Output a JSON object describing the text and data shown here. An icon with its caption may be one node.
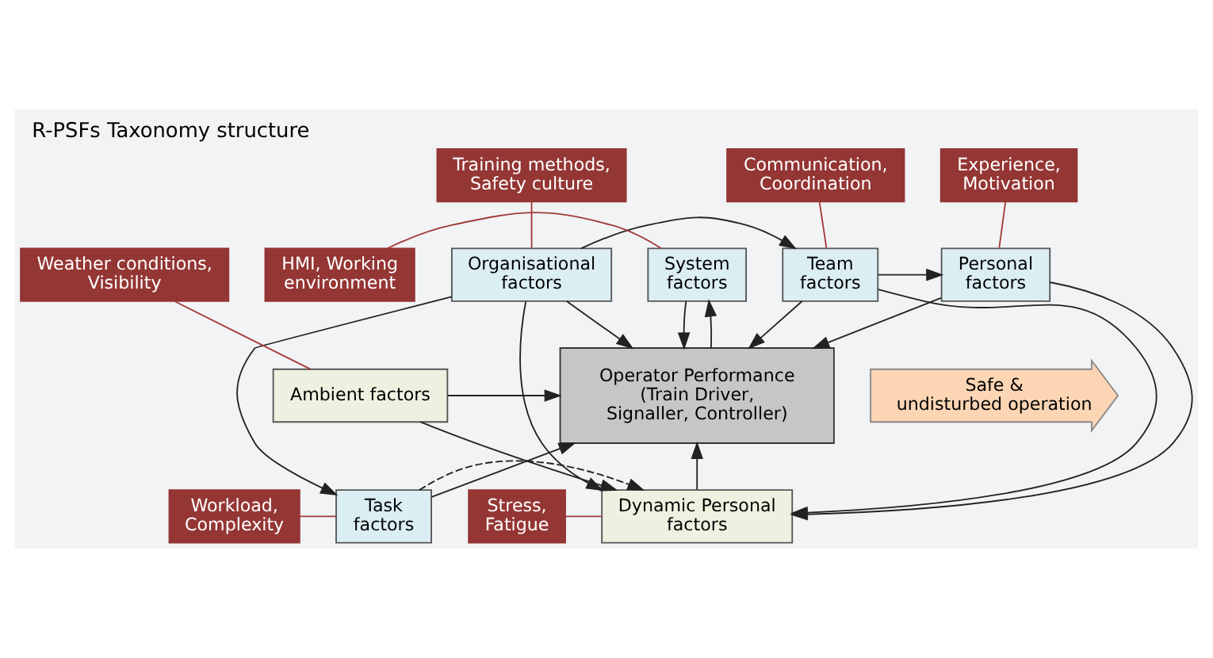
{
  "diagram": {
    "title": "R-PSFs Taxonomy structure",
    "nodes": [
      {
        "text": [
          "System factors"
        ]
      },
      {
        "text": [
          "Ambient factors"
        ]
      },
      {
        "text": [
          "Dynamic Personal factors"
        ]
      },
      {
        "text": [
          "Operator Performance (Train Driver, Signaller, Controller)"
        ]
      },
      {
        "text": [
          "Safe & undisturbed operation"
        ]
      },
      {
        "text": [
          "Task factors"
        ]
      },
      {
        "text": [
          "Personal factors"
        ]
      },
      {
        "text": [
          "Team factors"
        ]
      },
      {
        "text": [
          "Organisational factors"
        ]
      },
      {
        "text": [
          "HMI, Working environment"
        ]
      },
      {
        "text": [
          "Weather conditions, Visibility"
        ]
      },
      {
        "text": [
          "Stress, Fatigue"
        ]
      },
      {
        "text": [
          "Workload, Complexity"
        ]
      },
      {
        "text": [
          "Experience, Motivation"
        ]
      },
      {
        "text": [
          "Communication, Coordination"
        ]
      },
      {
        "text": [
          "Training methods, Safety culture"
        ]
      }
    ],
    "edges": [
      {
        "from": 0,
        "to": 3,
        "arrow": "to"
      },
      {
        "from": 3,
        "to": 0,
        "arrow": "to"
      },
      {
        "from": 1,
        "to": 3,
        "arrow": "to"
      },
      {
        "from": 1,
        "to": 2,
        "arrow": "to"
      },
      {
        "from": 2,
        "to": 3,
        "arrow": "to"
      },
      {
        "from": 5,
        "to": 3,
        "arrow": "to"
      },
      {
        "from": 5,
        "to": 2,
        "arrow": "to",
        "style": "dashed"
      },
      {
        "from": 6,
        "to": 2,
        "arrow": "to"
      },
      {
        "from": 6,
        "to": 3,
        "arrow": "to"
      },
      {
        "from": 7,
        "to": 3,
        "arrow": "to"
      },
      {
        "from": 7,
        "to": 6,
        "arrow": "to"
      },
      {
        "from": 7,
        "to": 2,
        "arrow": "to"
      },
      {
        "from": 8,
        "to": 7,
        "arrow": "to"
      },
      {
        "from": 8,
        "to": 5,
        "arrow": "to"
      },
      {
        "from": 8,
        "to": 3,
        "arrow": "to"
      },
      {
        "from": 8,
        "to": 2,
        "arrow": "to"
      },
      {
        "from": 9,
        "to": 0,
        "arrow": "none",
        "color": "#a33a3a"
      },
      {
        "from": 10,
        "to": 1,
        "arrow": "none",
        "color": "#a33a3a"
      },
      {
        "from": 11,
        "to": 2,
        "arrow": "none",
        "color": "#a33a3a"
      },
      {
        "from": 12,
        "to": 5,
        "arrow": "none",
        "color": "#a33a3a"
      },
      {
        "from": 13,
        "to": 6,
        "arrow": "none",
        "color": "#a33a3a"
      },
      {
        "from": 14,
        "to": 7,
        "arrow": "none",
        "color": "#a33a3a"
      },
      {
        "from": 15,
        "to": 8,
        "arrow": "none",
        "color": "#a33a3a"
      }
    ]
  }
}
